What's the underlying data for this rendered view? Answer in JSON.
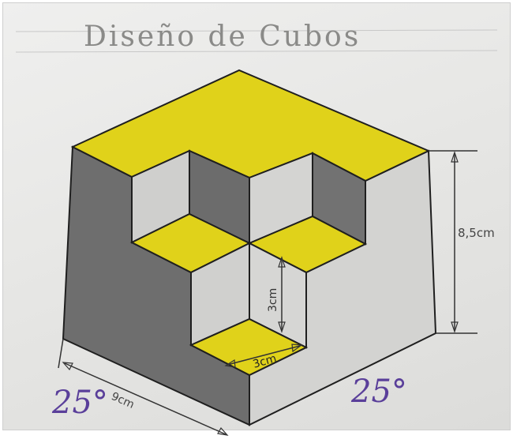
{
  "title": "Diseño de Cubos",
  "dimensions": {
    "height": "8,5cm",
    "depth": "9cm",
    "step_height": "3cm",
    "step_width": "3cm"
  },
  "angles": {
    "left": "25°",
    "right": "25°"
  },
  "colors": {
    "top_face": "#e0d21a",
    "left_face": "#6e6e6e",
    "right_face": "#d5d5d3",
    "outline": "#1f1f1f",
    "angle_text": "#5a3f9a"
  }
}
